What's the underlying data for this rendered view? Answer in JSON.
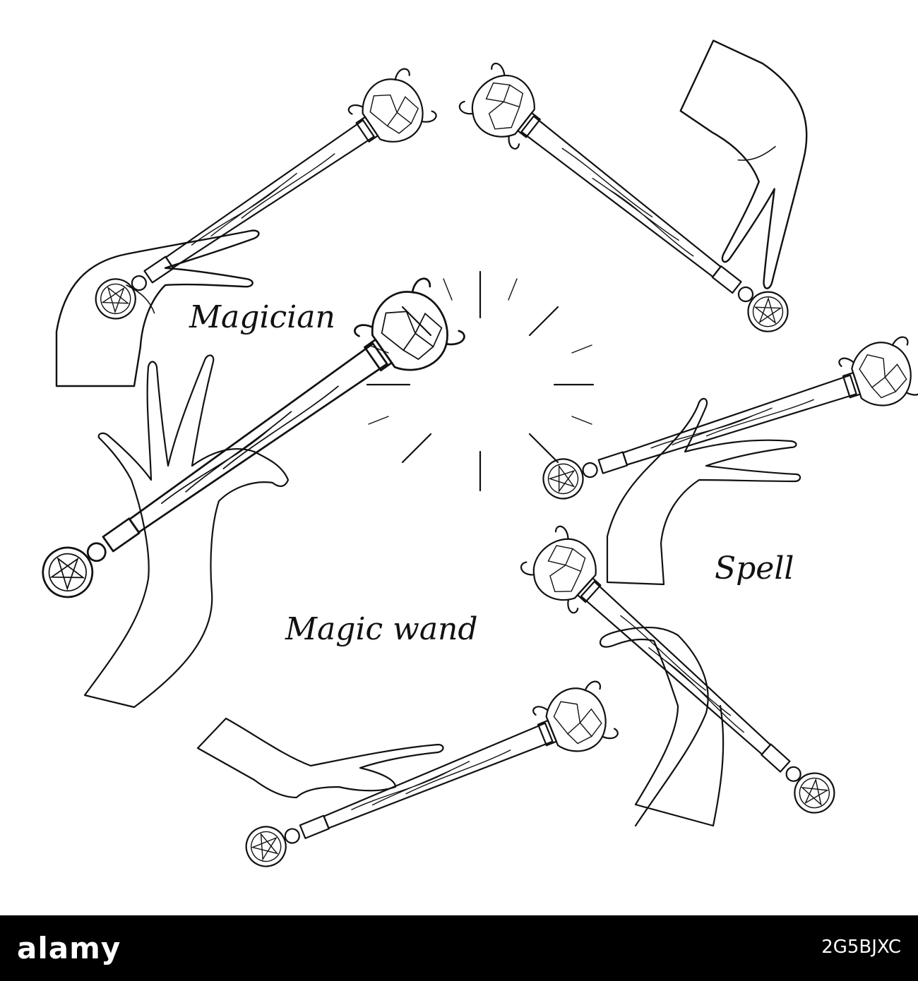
{
  "labels": {
    "magician": "Magician",
    "spell": "Spell",
    "magic_wand": "Magic wand"
  },
  "footer": {
    "logo": "alamy",
    "image_id": "2G5BJXC"
  },
  "colors": {
    "ink": "#111111",
    "background": "#ffffff",
    "footer_bar": "#000000"
  }
}
